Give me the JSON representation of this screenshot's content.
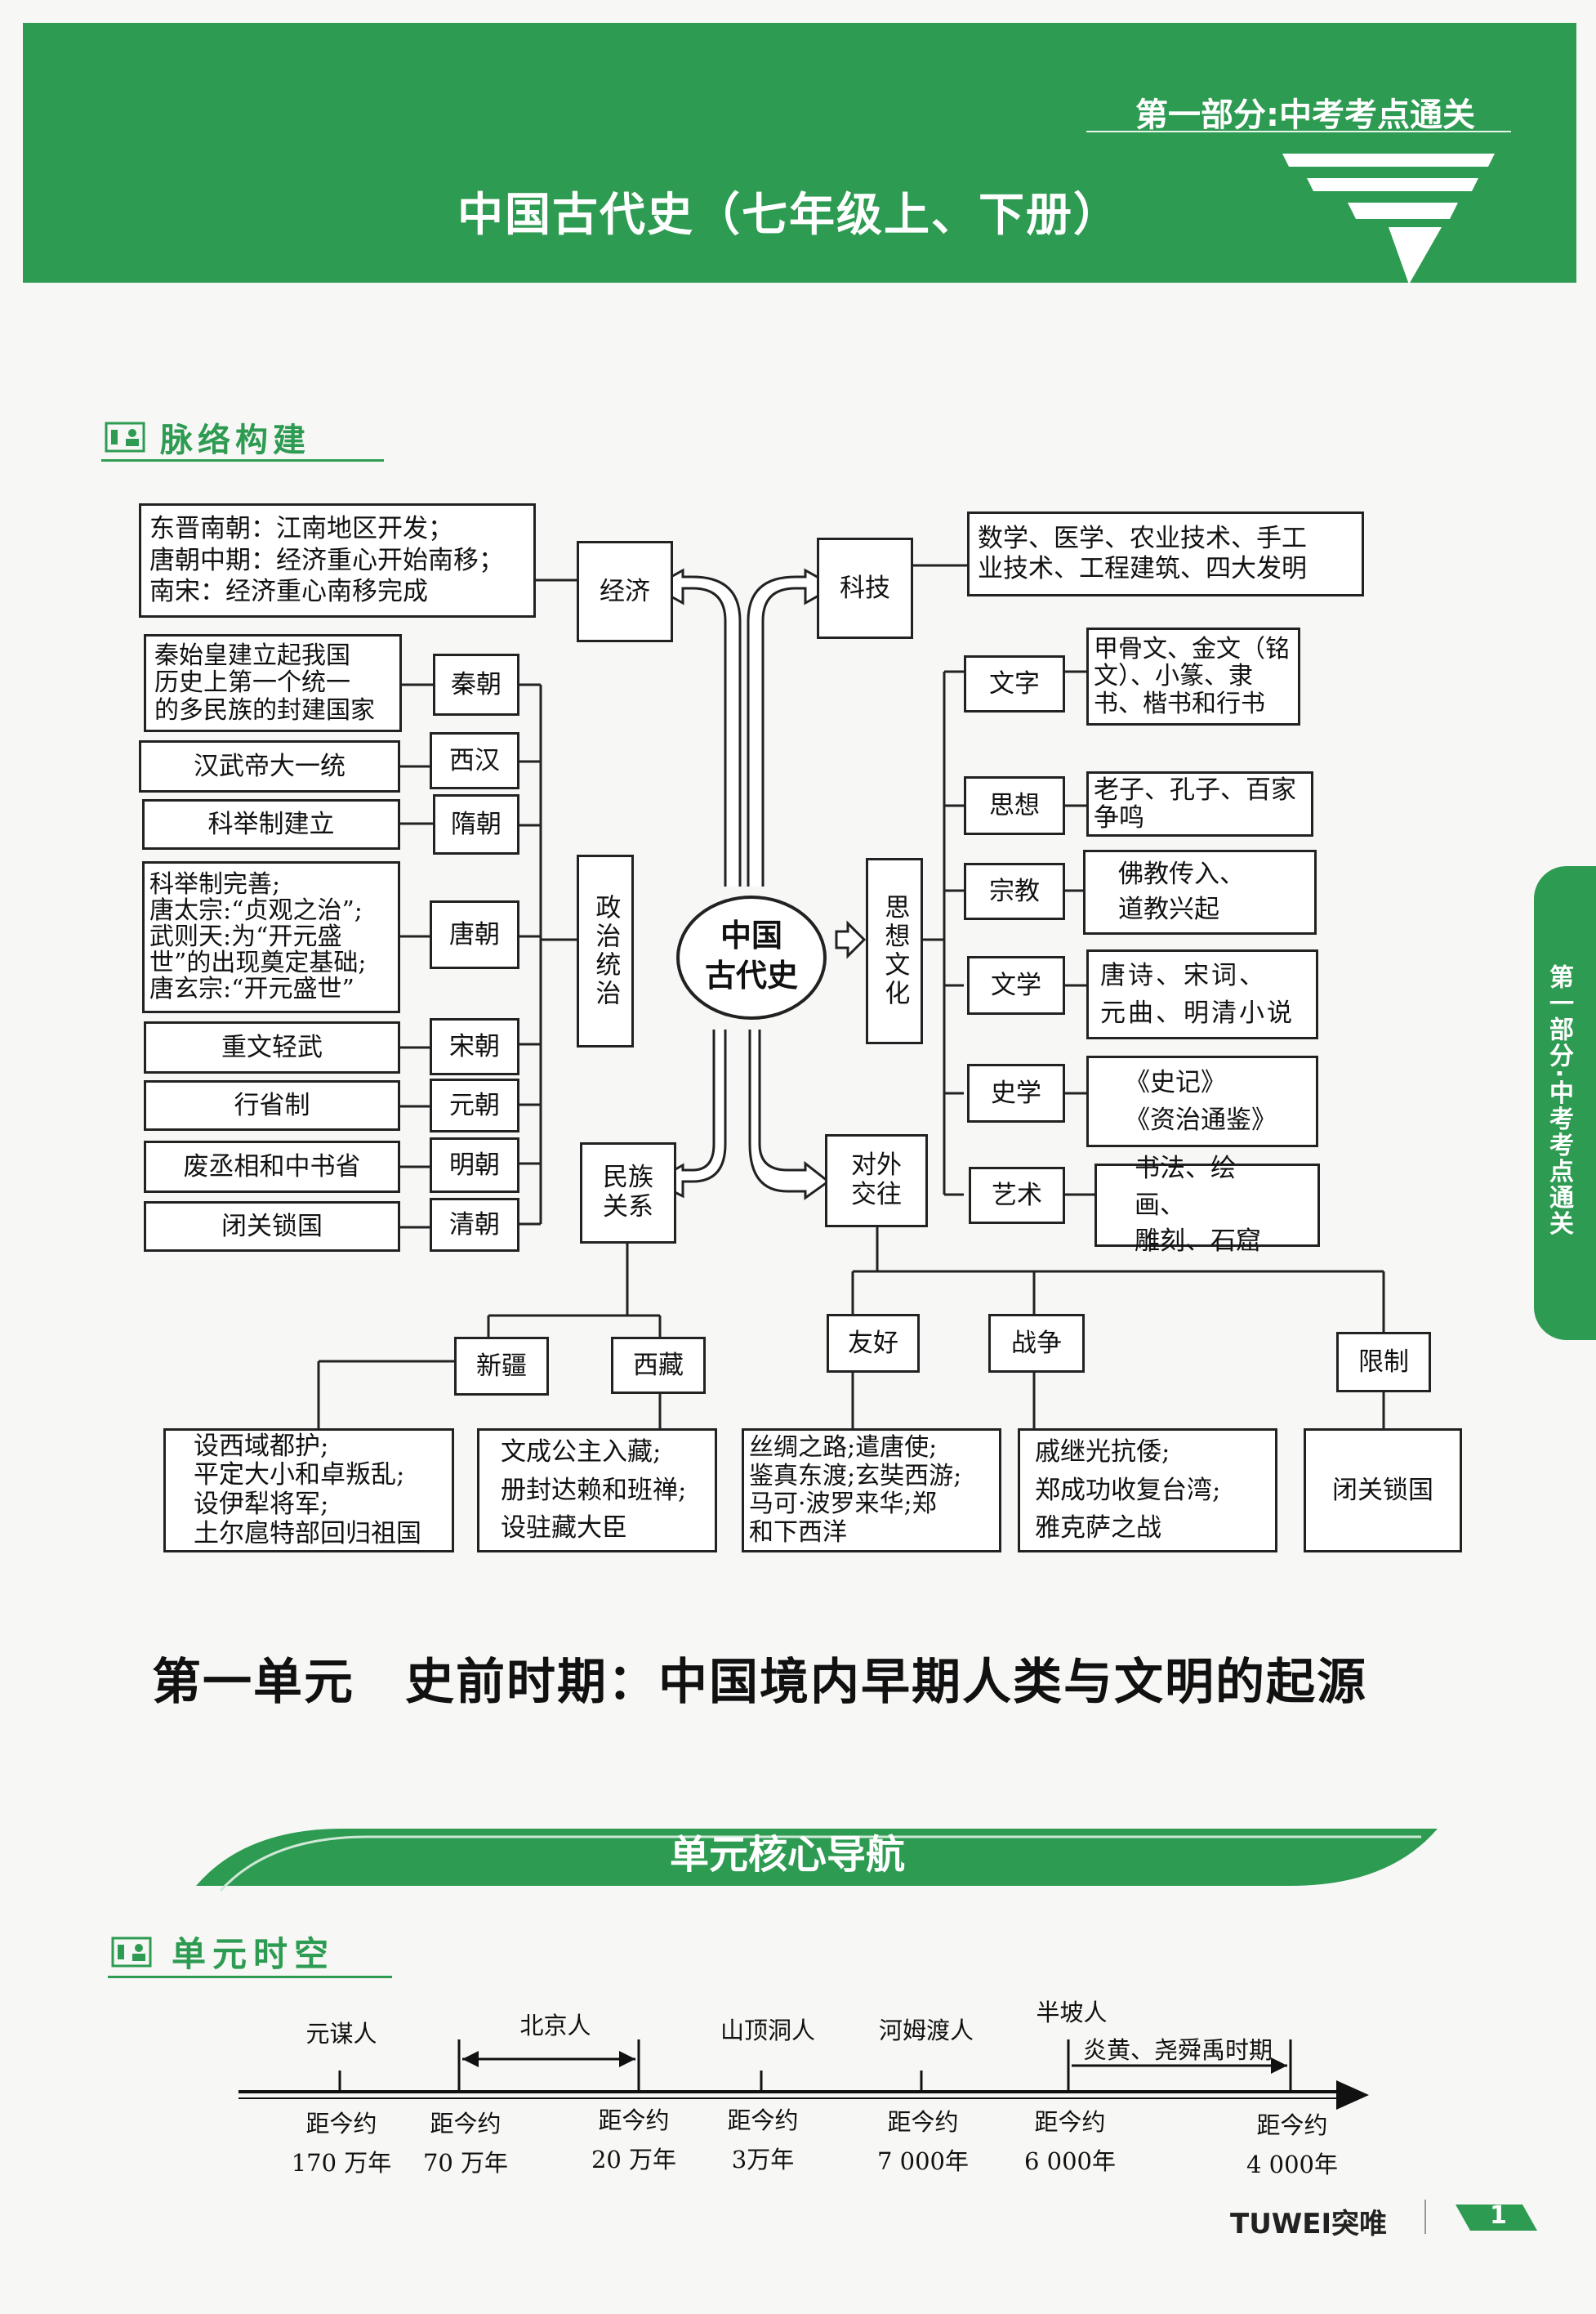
{
  "header": {
    "part": "第一部分:中考考点通关",
    "title": "中国古代史（七年级上、下册）"
  },
  "side_tab": "第一部分·中考考点通关",
  "section1": {
    "title": "脉络构建"
  },
  "mindmap": {
    "center": "中国\n古代史",
    "economy": {
      "label": "经济",
      "detail": "东晋南朝：江南地区开发；\n唐朝中期：经济重心开始南移；\n南宋：经济重心南移完成"
    },
    "tech": {
      "label": "科技",
      "detail": "数学、医学、农业技术、手工\n业技术、工程建筑、四大发明"
    },
    "politics": {
      "label": "政治统治",
      "items": [
        {
          "dynasty": "秦朝",
          "detail": "秦始皇建立起我国\n历史上第一个统一\n的多民族的封建国家"
        },
        {
          "dynasty": "西汉",
          "detail": "汉武帝大一统"
        },
        {
          "dynasty": "隋朝",
          "detail": "科举制建立"
        },
        {
          "dynasty": "唐朝",
          "detail": "科举制完善;\n唐太宗:“贞观之治”;\n武则天:为“开元盛\n世”的出现奠定基础;\n唐玄宗:“开元盛世”"
        },
        {
          "dynasty": "宋朝",
          "detail": "重文轻武"
        },
        {
          "dynasty": "元朝",
          "detail": "行省制"
        },
        {
          "dynasty": "明朝",
          "detail": "废丞相和中书省"
        },
        {
          "dynasty": "清朝",
          "detail": "闭关锁国"
        }
      ]
    },
    "culture": {
      "label": "思想文化",
      "items": [
        {
          "name": "文字",
          "detail": "甲骨文、金文（铭\n文）、小篆、隶\n书、楷书和行书"
        },
        {
          "name": "思想",
          "detail": "老子、孔子、百家\n争鸣"
        },
        {
          "name": "宗教",
          "detail": "佛教传入、\n道教兴起"
        },
        {
          "name": "文学",
          "detail": "唐诗、宋词、\n元曲、明清小说"
        },
        {
          "name": "史学",
          "detail": "《史记》\n《资治通鉴》"
        },
        {
          "name": "艺术",
          "detail": "书法、绘画、\n雕刻、石窟"
        }
      ]
    },
    "ethnic": {
      "label": "民族\n关系",
      "items": [
        {
          "name": "新疆",
          "detail": "设西域都护;\n平定大小和卓叛乱;\n设伊犁将军;\n土尔扈特部回归祖国"
        },
        {
          "name": "西藏",
          "detail": "文成公主入藏;\n册封达赖和班禅;\n设驻藏大臣"
        }
      ]
    },
    "foreign": {
      "label": "对外\n交往",
      "items": [
        {
          "name": "友好",
          "detail": "丝绸之路;遣唐使;\n鉴真东渡;玄奘西游;\n马可·波罗来华;郑\n和下西洋"
        },
        {
          "name": "战争",
          "detail": "戚继光抗倭;\n郑成功收复台湾;\n雅克萨之战"
        },
        {
          "name": "限制",
          "detail": "闭关锁国"
        }
      ]
    }
  },
  "unit": {
    "title": "第一单元　史前时期：中国境内早期人类与文明的起源",
    "nav": "单元核心导航",
    "space_time": "单元时空"
  },
  "timeline": {
    "top": [
      "元谋人",
      "北京人",
      "山顶洞人",
      "河姆渡人",
      "半坡人",
      "炎黄、尧舜禹时期"
    ],
    "bottom": [
      {
        "l1": "距今约",
        "l2": "170 万年"
      },
      {
        "l1": "距今约",
        "l2": "70 万年"
      },
      {
        "l1": "距今约",
        "l2": "20 万年"
      },
      {
        "l1": "距今约",
        "l2": "3万年"
      },
      {
        "l1": "距今约",
        "l2": "7 000年"
      },
      {
        "l1": "距今约",
        "l2": "6 000年"
      },
      {
        "l1": "距今约",
        "l2": "4 000年"
      }
    ]
  },
  "footer": {
    "brand": "TUWEI突唯",
    "page": "1"
  }
}
